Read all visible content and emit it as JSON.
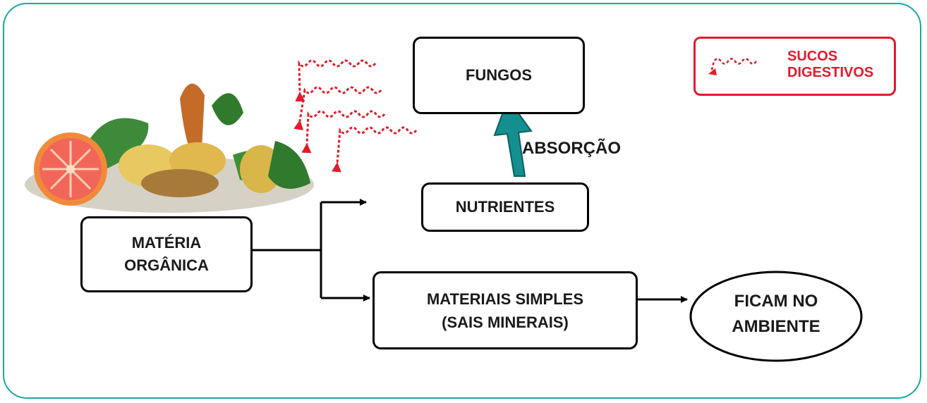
{
  "nodes": {
    "fungos": "FUNGOS",
    "nutrientes": "NUTRIENTES",
    "materia_organica": "MATÉRIA\nORGÂNICA",
    "materiais_simples": "MATERIAIS SIMPLES\n(SAIS MINERAIS)",
    "ficam_no_ambiente": "FICAM NO\nAMBIENTE"
  },
  "edges": {
    "absorcao": "ABSORÇÃO"
  },
  "legend": {
    "text": "SUCOS\nDIGESTIVOS"
  },
  "colors": {
    "frame": "#1aa5a5",
    "absorption_arrow": "#138f8f",
    "digestive_juice": "#e21b2a"
  },
  "illustration": "organic-waste-pile"
}
